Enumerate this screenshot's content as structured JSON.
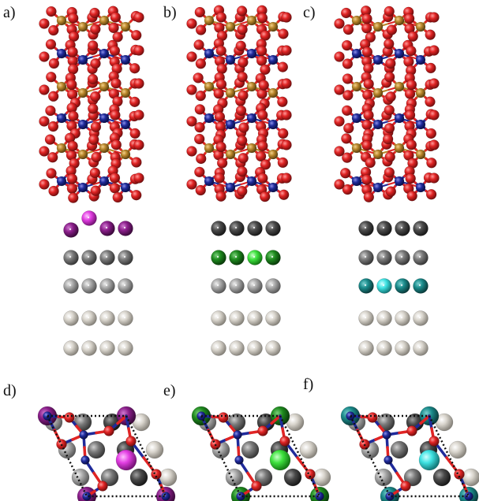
{
  "panels": [
    {
      "id": "a",
      "label": "a)",
      "view": "side",
      "dopant": "purple",
      "dopant_layer": "top"
    },
    {
      "id": "b",
      "label": "b)",
      "view": "side",
      "dopant": "green",
      "dopant_layer": "second"
    },
    {
      "id": "c",
      "label": "c)",
      "view": "side",
      "dopant": "cyan",
      "dopant_layer": "third"
    },
    {
      "id": "d",
      "label": "d)",
      "view": "top",
      "dopant": "purple"
    },
    {
      "id": "e",
      "label": "e)",
      "view": "top",
      "dopant": "green"
    },
    {
      "id": "f",
      "label": "f)",
      "view": "top",
      "dopant": "cyan"
    }
  ],
  "colors": {
    "oxygen": "#e02424",
    "metal_gold": "#b8862a",
    "metal_blue": "#1f2a9a",
    "substrate_dark": "#4a4a4a",
    "substrate_mid": "#7a7a7a",
    "substrate_light": "#a8a8a8",
    "substrate_pale": "#d4d0c8",
    "dopant_purple": "#8a1e8a",
    "dopant_magenta": "#e23ee2",
    "dopant_green": "#1e8a1e",
    "dopant_bright_green": "#3ee23e",
    "dopant_teal": "#1a8a8a",
    "dopant_cyan": "#3ee2e2",
    "cell_outline": "#111111"
  }
}
